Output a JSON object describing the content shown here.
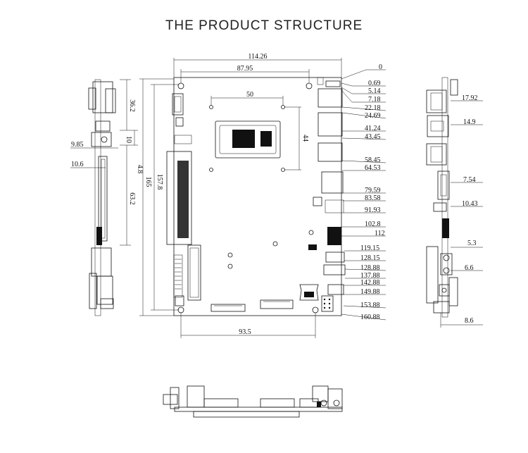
{
  "title": "THE PRODUCT STRUCTURE",
  "top_dims": {
    "overall_width": "114.26",
    "hole_span": "87.95",
    "cpu_span": "50",
    "cpu_height": "44"
  },
  "left_dims": {
    "d_157_8": "157.8",
    "d_165": "165",
    "d_36_2": "36.2",
    "d_10": "10",
    "d_9_85": "9.85",
    "d_10_6": "10.6",
    "d_4_8": "4.8",
    "d_63_2": "63.2"
  },
  "bottom_dims": {
    "hole_span": "93.5"
  },
  "right_dims": [
    "0",
    "0.69",
    "5.14",
    "7.18",
    "22.18",
    "24.69",
    "41.24",
    "43.45",
    "58.45",
    "64.53",
    "79.59",
    "83.58",
    "91.93",
    "102.8",
    "112",
    "119.15",
    "128.15",
    "128.88",
    "137.88",
    "142.88",
    "149.88",
    "153.88",
    "160.88"
  ],
  "side_dims": [
    "17.92",
    "14.9",
    "7.54",
    "10.43",
    "5.3",
    "6.6",
    "8.6"
  ]
}
